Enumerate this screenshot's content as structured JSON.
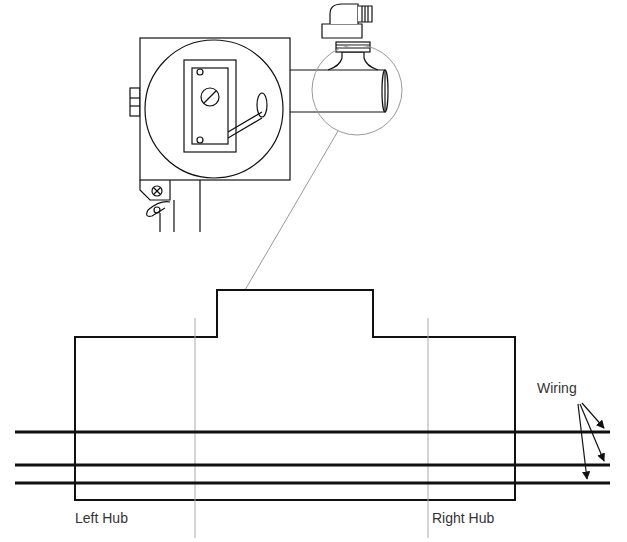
{
  "diagram": {
    "labels": [
      "Wiring",
      "Left Hub",
      "Right Hub"
    ]
  }
}
